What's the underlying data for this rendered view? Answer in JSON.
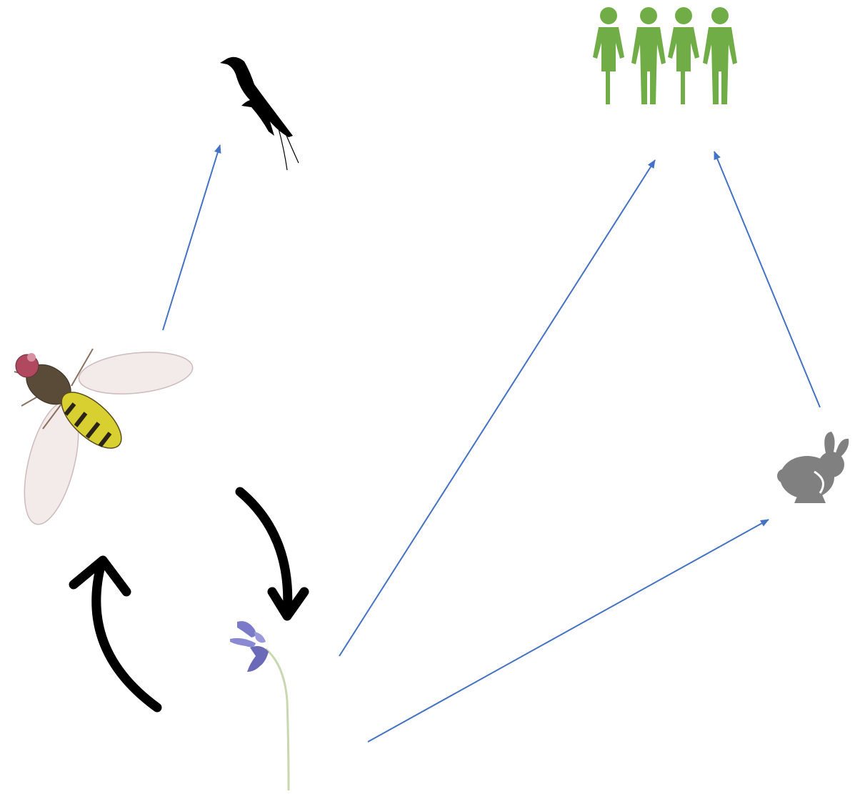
{
  "diagram": {
    "type": "food-web",
    "nodes": [
      {
        "id": "people",
        "icon": "people-group-icon",
        "color": "#70ad47"
      },
      {
        "id": "swallow",
        "icon": "swallow-bird-icon",
        "color": "#000000"
      },
      {
        "id": "hoverfly",
        "icon": "hoverfly-icon",
        "color": "#d8d030"
      },
      {
        "id": "rabbit",
        "icon": "rabbit-icon",
        "color": "#808080"
      },
      {
        "id": "bluebell",
        "icon": "bluebell-flower-icon",
        "color": "#7a7ac8"
      }
    ],
    "links": [
      {
        "from": "hoverfly",
        "to": "swallow",
        "kind": "eaten-by",
        "color": "#4472c4"
      },
      {
        "from": "bluebell",
        "to": "people",
        "kind": "eaten-by",
        "color": "#4472c4"
      },
      {
        "from": "rabbit",
        "to": "people",
        "kind": "eaten-by",
        "color": "#4472c4"
      },
      {
        "from": "bluebell",
        "to": "rabbit",
        "kind": "eaten-by",
        "color": "#4472c4"
      },
      {
        "from": "hoverfly",
        "to": "bluebell",
        "kind": "mutualism",
        "color": "#000000"
      },
      {
        "from": "bluebell",
        "to": "hoverfly",
        "kind": "mutualism",
        "color": "#000000"
      }
    ]
  }
}
